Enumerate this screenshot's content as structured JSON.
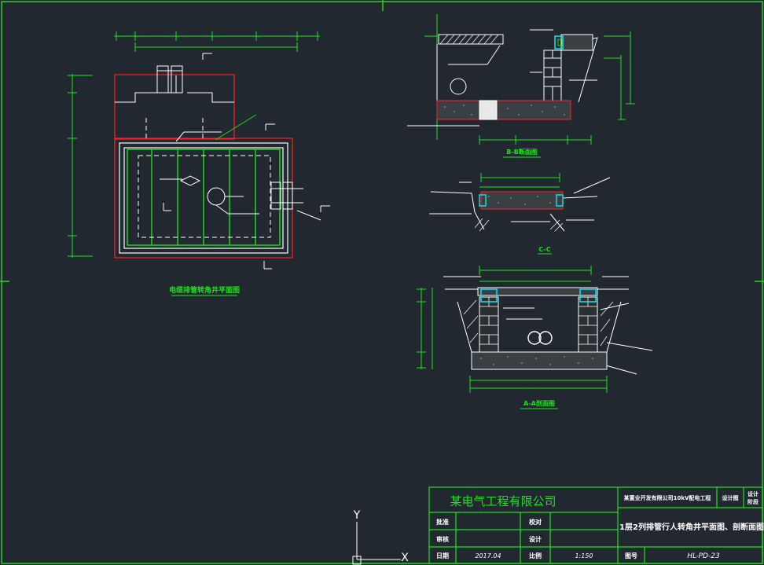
{
  "colors": {
    "background": "#212830",
    "border": "#1fe01f",
    "structure": "#ffffff",
    "cut": "#ff2020",
    "dimension": "#1fe01f",
    "pipe_hatch": "#e8e8e8",
    "cap": "#18d8e0",
    "title_text": "#1fe01f"
  },
  "drawings": {
    "plan_title": "电缆排管转角井平面图",
    "section_b_title": "B-B断面图",
    "section_c_title": "C-C",
    "section_a_title": "A-A剖面图"
  },
  "title_block": {
    "company": "某电气工程有限公司",
    "project": "某置业开发有限公司10kV配电工程",
    "stage_label": "设计图",
    "stage_value_1": "设计",
    "stage_value_2": "阶段",
    "drawing_title": "1层2列排管行人转角井平面图、剖断面图",
    "approve_label": "批准",
    "review_label": "审核",
    "check_label": "校对",
    "design_label": "设计",
    "date_label": "日期",
    "date_value": "2017.04",
    "scale_label": "比例",
    "scale_value": "1:150",
    "drawing_no_label": "图号",
    "drawing_no_value": "HL-PD-23"
  },
  "ucs": {
    "y_label": "Y",
    "x_label": "X"
  }
}
